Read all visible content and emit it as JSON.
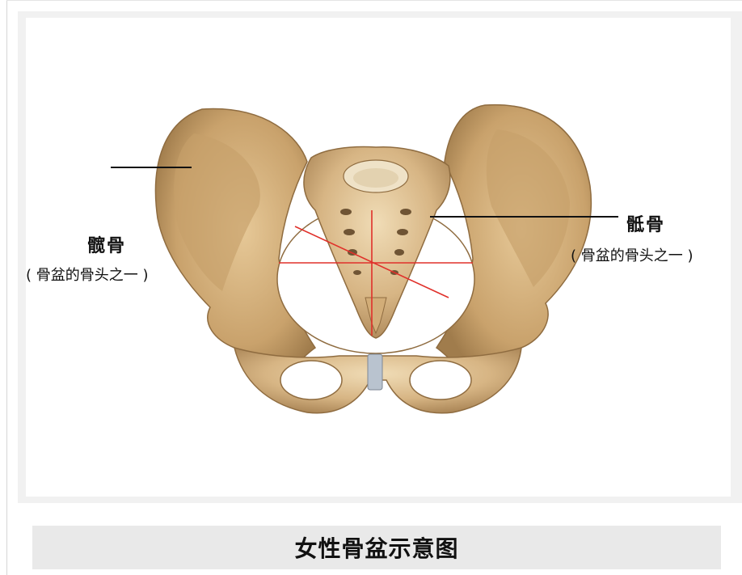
{
  "labels": {
    "ilium_name": "髋骨",
    "ilium_note": "( 骨盆的骨头之一 )",
    "sacrum_name": "骶骨",
    "sacrum_note": "( 骨盆的骨头之一 )"
  },
  "caption": "女性骨盆示意图",
  "colors": {
    "bone": "#d9b98a",
    "bone_shadow": "#b08d5e",
    "bone_light": "#f0dfc0",
    "measure_line": "#e0302a",
    "cartilage": "#b9c3cf"
  }
}
